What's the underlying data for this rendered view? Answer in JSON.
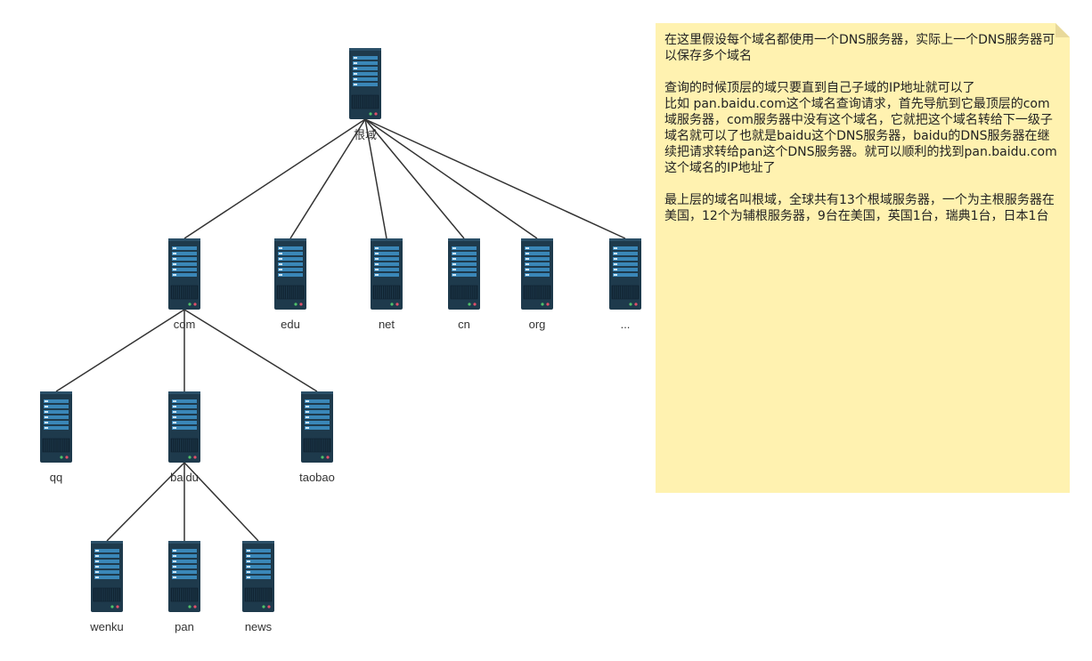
{
  "diagram": {
    "nodes": {
      "root": {
        "label": "根域"
      },
      "com": {
        "label": "com"
      },
      "edu": {
        "label": "edu"
      },
      "net": {
        "label": "net"
      },
      "cn": {
        "label": "cn"
      },
      "org": {
        "label": "org"
      },
      "more": {
        "label": "..."
      },
      "qq": {
        "label": "qq"
      },
      "baidu": {
        "label": "baidu"
      },
      "taobao": {
        "label": "taobao"
      },
      "wenku": {
        "label": "wenku"
      },
      "pan": {
        "label": "pan"
      },
      "news": {
        "label": "news"
      }
    },
    "edges": [
      [
        "root",
        "com"
      ],
      [
        "root",
        "edu"
      ],
      [
        "root",
        "net"
      ],
      [
        "root",
        "cn"
      ],
      [
        "root",
        "org"
      ],
      [
        "root",
        "more"
      ],
      [
        "com",
        "qq"
      ],
      [
        "com",
        "baidu"
      ],
      [
        "com",
        "taobao"
      ],
      [
        "baidu",
        "wenku"
      ],
      [
        "baidu",
        "pan"
      ],
      [
        "baidu",
        "news"
      ]
    ]
  },
  "note": {
    "paragraphs": [
      "在这里假设每个域名都使用一个DNS服务器，实际上一个DNS服务器可以保存多个域名",
      "查询的时候顶层的域只要直到自己子域的IP地址就可以了\n比如 pan.baidu.com这个域名查询请求，首先导航到它最顶层的com域服务器，com服务器中没有这个域名，它就把这个域名转给下一级子域名就可以了也就是baidu这个DNS服务器，baidu的DNS服务器在继续把请求转给pan这个DNS服务器。就可以顺利的找到pan.baidu.com这个域名的IP地址了",
      "最上层的域名叫根域，全球共有13个根域服务器，一个为主根服务器在美国，12个为辅根服务器，9台在美国，英国1台，瑞典1台，日本1台"
    ]
  },
  "colors": {
    "server_body": "#1e3a4c",
    "server_slot": "#3a87b8",
    "edge": "#333333",
    "note_bg": "#fff2b0"
  }
}
